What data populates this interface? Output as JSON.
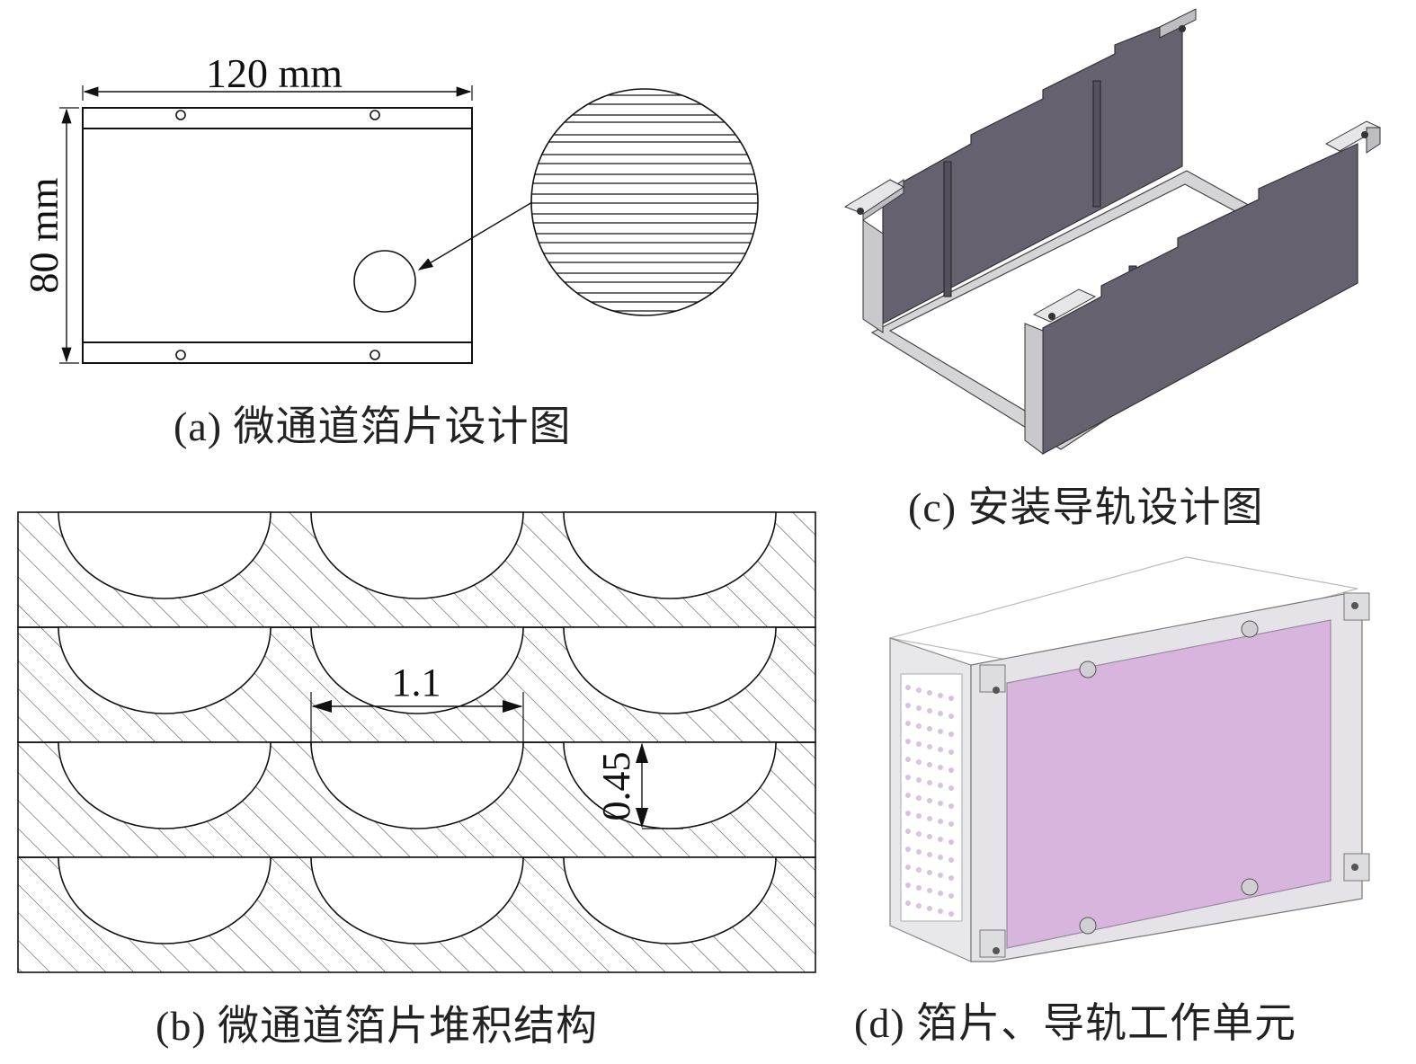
{
  "figure": {
    "panel_a": {
      "caption": "(a) 微通道箔片设计图",
      "width_label": "120 mm",
      "height_label": "80 mm"
    },
    "panel_b": {
      "caption": "(b) 微通道箔片堆积结构",
      "dim_width": "1.1",
      "dim_depth": "0.45"
    },
    "panel_c": {
      "caption": "(c) 安装导轨设计图"
    },
    "panel_d": {
      "caption": "(d) 箔片、导轨工作单元"
    },
    "colors": {
      "line": "#111111",
      "rail_face": "#65606f",
      "rail_light": "#c9c9cd",
      "foil_face": "#d7b5dc",
      "unit_frame": "#e8e8ea"
    }
  }
}
